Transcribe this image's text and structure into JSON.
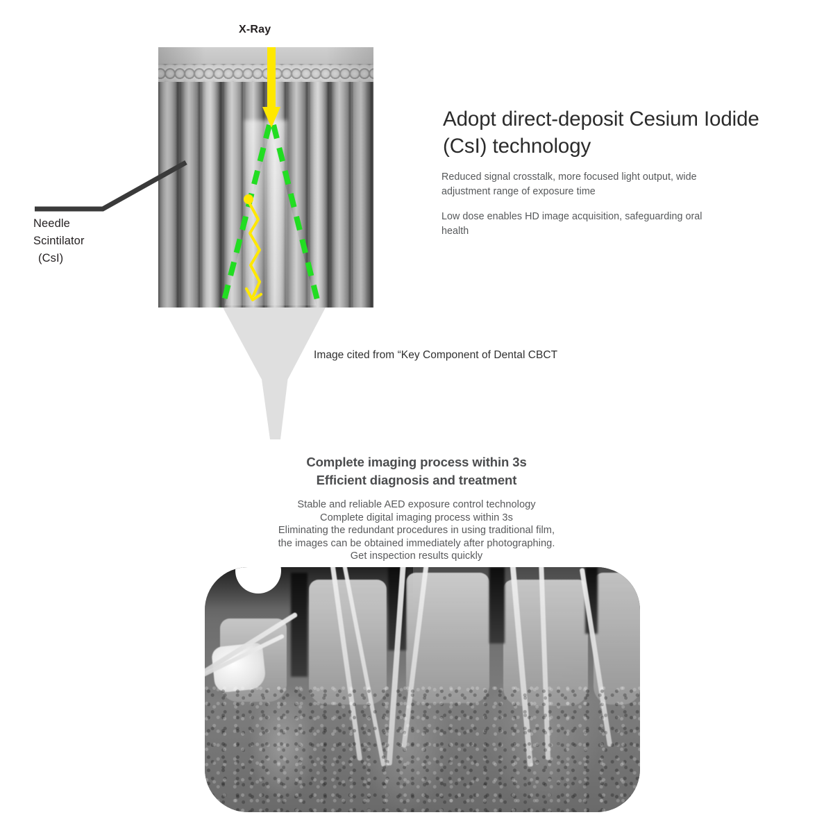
{
  "diagram": {
    "xray_label": "X-Ray",
    "needle_label_line1": "Needle",
    "needle_label_line2": "Scintilator",
    "needle_label_line3": "(CsI)",
    "citation": "Image cited from “Key Component of Dental CBCT",
    "colors": {
      "arrow_yellow": "#ffe800",
      "cone_green": "#22dd22",
      "leader_dark": "#3a3a3a"
    }
  },
  "feature": {
    "title": "Adopt direct-deposit Cesium Iodide (CsI) technology",
    "paragraph_1": "Reduced signal crosstalk, more focused light output, wide adjustment range of exposure time",
    "paragraph_2": "Low dose enables HD image acquisition, safeguarding oral health"
  },
  "speed": {
    "heading_line1": "Complete imaging process within 3s",
    "heading_line2": "Efficient diagnosis and treatment",
    "body_line1": "Stable and reliable AED exposure control technology",
    "body_line2": "Complete digital imaging process within 3s",
    "body_line3": "Eliminating the redundant procedures in using traditional film,",
    "body_line4": "the images can be obtained immediately after photographing.",
    "body_line5": "Get inspection results quickly"
  }
}
